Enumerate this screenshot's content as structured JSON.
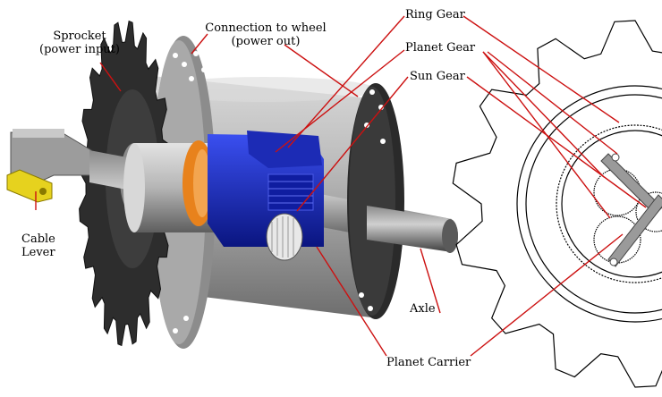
{
  "labels": {
    "sprocket": {
      "line1": "Sprocket",
      "line2": "(power input)"
    },
    "connection": {
      "line1": "Connection to wheel",
      "line2": "(power out)"
    },
    "ring_gear": "Ring Gear",
    "planet_gear": "Planet Gear",
    "sun_gear": "Sun Gear",
    "cable_lever": {
      "line1": "Cable",
      "line2": "Lever"
    },
    "axle": "Axle",
    "planet_carrier": "Planet Carrier"
  },
  "colors": {
    "leader": "#cc1111",
    "sun_gear": "#1f2fc7",
    "spring": "#e8821c",
    "lever": "#e6d21e",
    "steel": "#9a9a9a",
    "dark": "#2a2a2a"
  }
}
